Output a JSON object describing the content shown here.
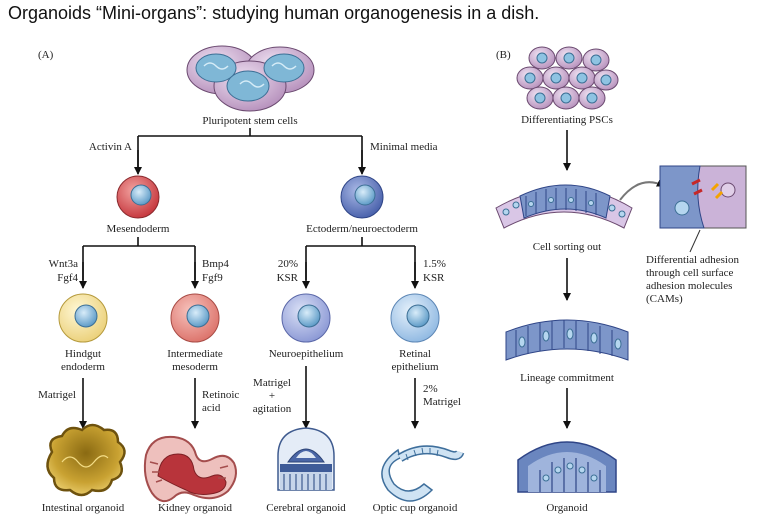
{
  "title": "Organoids “Mini-organs”: studying human organogenesis in a dish.",
  "panel_a": {
    "label": "(A)",
    "root": "Pluripotent stem cells",
    "branch_left": "Activin A",
    "branch_right": "Minimal media",
    "mesendoderm": "Mesendoderm",
    "ectoderm": "Ectoderm/neuroectoderm",
    "wnt": [
      "Wnt3a",
      "Fgf4"
    ],
    "bmp": [
      "Bmp4",
      "Fgf9"
    ],
    "ksr20": [
      "20%",
      "KSR"
    ],
    "ksr15": [
      "1.5%",
      "KSR"
    ],
    "hindgut": [
      "Hindgut",
      "endoderm"
    ],
    "intermediate": [
      "Intermediate",
      "mesoderm"
    ],
    "neuro": "Neuroepithelium",
    "retinal": [
      "Retinal",
      "epithelium"
    ],
    "matrigel": "Matrigel",
    "retinoic": [
      "Retinoic",
      "acid"
    ],
    "matrigel_agitation": [
      "Matrigel",
      "+",
      "agitation"
    ],
    "matrigel2": [
      "2%",
      "Matrigel"
    ],
    "organoids": [
      "Intestinal organoid",
      "Kidney organoid",
      "Cerebral organoid",
      "Optic cup organoid"
    ]
  },
  "panel_b": {
    "label": "(B)",
    "steps": [
      "Differentiating PSCs",
      "Cell sorting out",
      "Lineage commitment",
      "Organoid"
    ],
    "adhesion": [
      "Differential adhesion",
      "through cell surface",
      "adhesion molecules",
      "(CAMs)"
    ]
  },
  "colors": {
    "pink_cell": "#b98fb8",
    "nucleus_blue": "#7fb0d4",
    "red_cell": "#d9575b",
    "blue_cell": "#6d84c4",
    "yellow_cell": "#f6e7a5",
    "salmon_cell": "#e98e86",
    "lavender_cell": "#a9b4e2",
    "light_blue_cell": "#b9d4ee",
    "gut_gold": "#c9a232",
    "kidney_pink": "#e8a6a6",
    "epithelium_blue": "#6a86bf"
  }
}
